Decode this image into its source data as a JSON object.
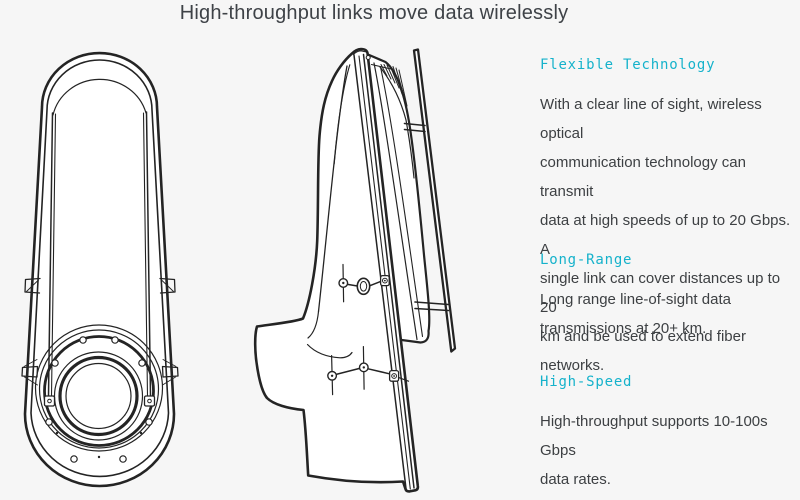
{
  "page": {
    "background_color": "#f6f6f6",
    "accent_color": "#15b2cb",
    "body_text_color": "#3d4043",
    "line_art_color": "#242424"
  },
  "title": "High-throughput links move data wirelessly",
  "features": [
    {
      "heading": "Flexible Technology",
      "body": "With a clear line of sight, wireless optical\ncommunication technology can transmit\ndata at high speeds of up to 20 Gbps. A\nsingle link can cover distances up to 20\nkm and be used to extend fiber networks."
    },
    {
      "heading": "Long-Range",
      "body": "Long range line-of-sight data\ntransmissions at 20+ km."
    },
    {
      "heading": "High-Speed",
      "body": "High-throughput supports 10-100s Gbps\ndata rates."
    }
  ],
  "illustrations": [
    {
      "name": "terminal-front-view"
    },
    {
      "name": "terminal-side-view"
    }
  ]
}
